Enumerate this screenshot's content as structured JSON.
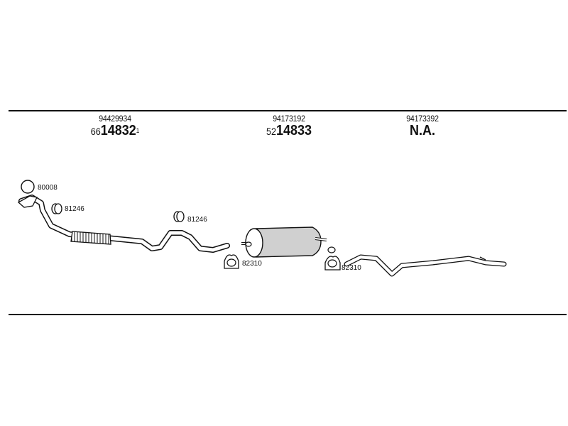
{
  "headers": [
    {
      "oe": "94429934",
      "prefix": "66",
      "number": "14832",
      "sup": "1"
    },
    {
      "oe": "94173192",
      "prefix": "52",
      "number": "14833",
      "sup": ""
    },
    {
      "oe": "94173392",
      "prefix": "",
      "number": "N.A.",
      "sup": ""
    }
  ],
  "part_labels": {
    "ring": "80008",
    "clamp_front": "81246",
    "clamp_mid": "81246",
    "bracket_a": "82310",
    "bracket_b": "82310"
  },
  "colors": {
    "ink": "#111111",
    "shade": "#bdbdbd"
  }
}
